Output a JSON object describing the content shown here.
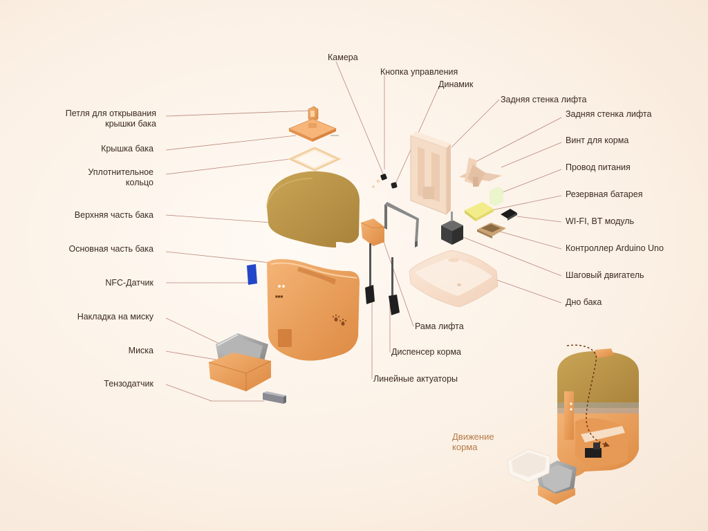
{
  "colors": {
    "accent_orange": "#ea9a52",
    "tank_top_olive": "#b8903f",
    "leader_line": "#b9867a",
    "flow_label": "#b57b4a",
    "text": "#3b2a20"
  },
  "labels": {
    "lid_loop": [
      "Петля для открывания",
      "крышки бака"
    ],
    "lid": "Крышка бака",
    "seal": [
      "Уплотнительное",
      "кольцо"
    ],
    "tank_top": "Верхняя часть бака",
    "tank_main": "Основная часть бака",
    "nfc": "NFC-Датчик",
    "bowl_cover": "Накладка на миску",
    "bowl": "Миска",
    "load_cell": "Тензодатчик",
    "camera": "Камера",
    "control_button": "Кнопка управления",
    "speaker": "Динамик",
    "lift_back_wall_1": "Задняя стенка лифта",
    "lift_back_wall_2": "Задняя стенка лифта",
    "feed_screw": "Винт для корма",
    "power_wire": "Провод питания",
    "backup_battery": "Резервная батарея",
    "wifi_bt": "WI-FI, BT модуль",
    "arduino": "Контроллер Arduino Uno",
    "stepper": "Шаговый двигатель",
    "tank_bottom": "Дно бака",
    "lift_frame": "Рама лифта",
    "dispenser": "Диспенсер корма",
    "actuators": "Линейные актуаторы",
    "feed_flow": [
      "Движение",
      "корма"
    ]
  }
}
